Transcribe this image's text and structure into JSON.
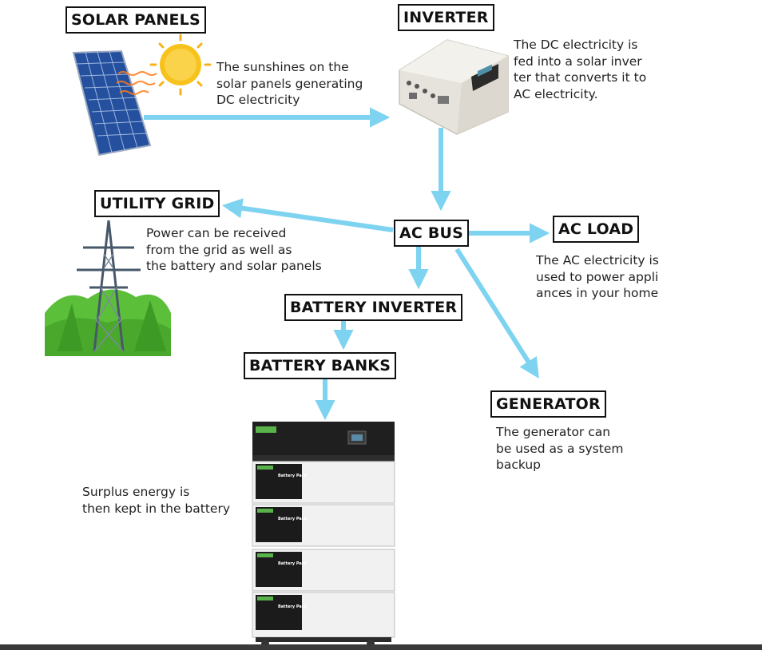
{
  "labels": {
    "solar_panels": "SOLAR PANELS",
    "inverter": "INVERTER",
    "utility_grid": "UTILITY GRID",
    "ac_bus": "AC BUS",
    "ac_load": "AC LOAD",
    "battery_inverter": "BATTERY INVERTER",
    "battery_banks": "BATTERY BANKS",
    "generator": "GENERATOR"
  },
  "descriptions": {
    "solar": "The sunshines on the\nsolar panels generating\nDC electricity",
    "inverter": "The DC electricity is\nfed into a solar inver\nter that converts it to\nAC electricity.",
    "grid": "Power can be received\nfrom the grid as well as\nthe battery and solar panels",
    "ac_load": "The AC electricity is\nused to power appli\nances in your home",
    "generator": "The generator can\nbe used as a system\nbackup",
    "battery": "Surplus energy is\nthen kept in the battery"
  },
  "battery_module_label": "Battery Pack",
  "colors": {
    "arrow": "#7dd3f0",
    "panel_blue": "#2f63b8",
    "sun": "#f7c21b",
    "grass": "#5cbf3a",
    "tower": "#4a5a6b",
    "inverter_body": "#e9e6df",
    "battery_top": "#1f1f1f",
    "battery_body": "#f1f1f1"
  },
  "icons": [
    "solar-panel-icon",
    "sun-icon",
    "inverter-device-icon",
    "transmission-tower-icon",
    "battery-stack-icon"
  ]
}
